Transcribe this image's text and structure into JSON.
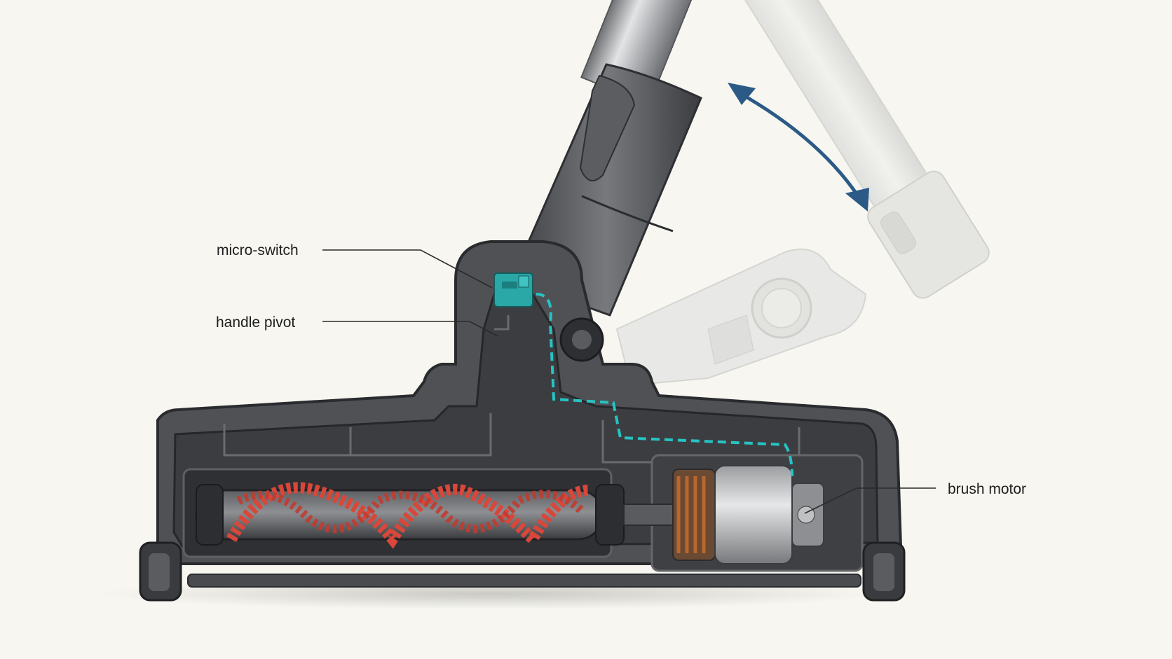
{
  "labels": {
    "micro_switch": "micro-switch",
    "handle_pivot": "handle pivot",
    "brush_motor": "brush motor"
  },
  "colors": {
    "background": "#f7f6f0",
    "housing": "#4f5053",
    "housing_dark": "#2f3033",
    "tube_metal": "#b9bbbe",
    "bristles": "#d9473a",
    "switch": "#2aa7a7",
    "wire": "#27c3c3",
    "arrow": "#2b5a86",
    "ghost": "#e6e6e4",
    "motor_copper": "#b8672f"
  },
  "icons": {
    "rotation_arrow": "double-headed-curved-arrow"
  }
}
